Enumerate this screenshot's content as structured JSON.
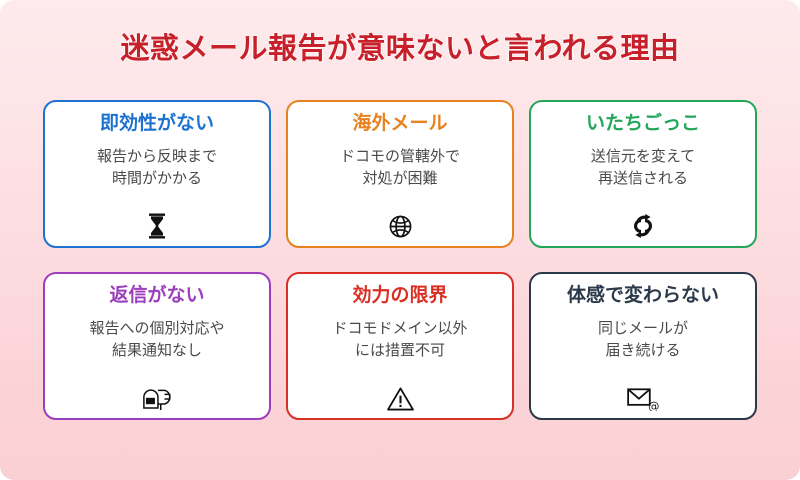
{
  "header": {
    "title": "迷惑メール報告が意味ないと言われる理由",
    "title_color": "#c8202a"
  },
  "background": {
    "gradient_top": "#fdeaec",
    "gradient_bottom": "#fbd0d4"
  },
  "cards": [
    {
      "title": "即効性がない",
      "body": "報告から反映まで\n時間がかかる",
      "icon": "hourglass-icon",
      "icon_glyph": "⌛",
      "color": "#1d72d1"
    },
    {
      "title": "海外メール",
      "body": "ドコモの管轄外で\n対処が困難",
      "icon": "globe-icon",
      "icon_glyph": "🌐",
      "color": "#e8821e"
    },
    {
      "title": "いたちごっこ",
      "body": "送信元を変えて\n再送信される",
      "icon": "refresh-cycle-icon",
      "icon_glyph": "🔄",
      "color": "#22a75a"
    },
    {
      "title": "返信がない",
      "body": "報告への個別対応や\n結果通知なし",
      "icon": "mailbox-icon",
      "icon_glyph": "📪",
      "color": "#9b3fbd"
    },
    {
      "title": "効力の限界",
      "body": "ドコモドメイン以外\nには措置不可",
      "icon": "warning-triangle-icon",
      "icon_glyph": "⚠",
      "color": "#d93025"
    },
    {
      "title": "体感で変わらない",
      "body": "同じメールが\n届き続ける",
      "icon": "email-at-icon",
      "icon_glyph": "📧",
      "color": "#2b3a4a"
    }
  ]
}
